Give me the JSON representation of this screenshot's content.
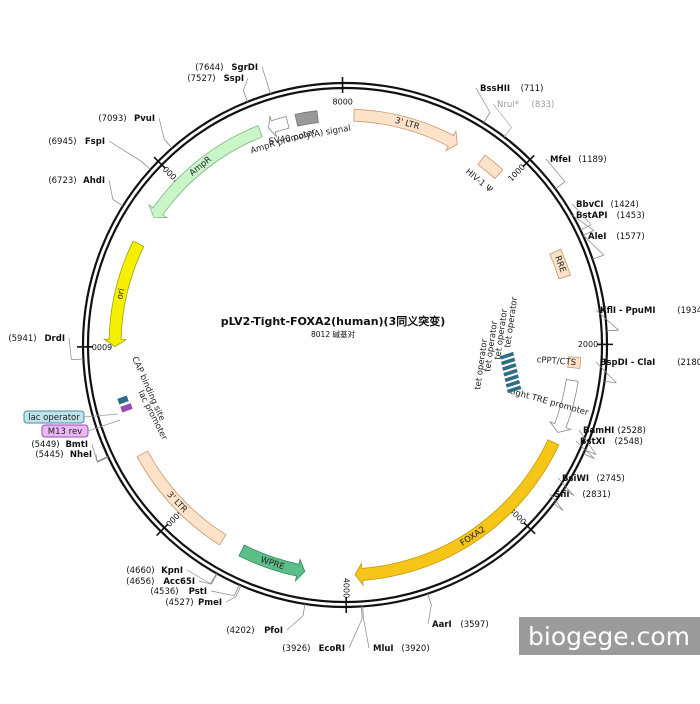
{
  "plasmid": {
    "name": "pLV2-Tight-FOXA2(human)(3同义突变)",
    "size_label": "8012 碱基对",
    "length_bp": 8012
  },
  "ticks": [
    {
      "bp": 1000,
      "label": "1000"
    },
    {
      "bp": 2000,
      "label": "2000"
    },
    {
      "bp": 3000,
      "label": "3000"
    },
    {
      "bp": 4000,
      "label": "4000"
    },
    {
      "bp": 5000,
      "label": "5000"
    },
    {
      "bp": 6000,
      "label": "6000"
    },
    {
      "bp": 7000,
      "label": "7000"
    },
    {
      "bp": 8000,
      "label": "8000"
    }
  ],
  "features": [
    {
      "id": "ltr3-top",
      "label": "3' LTR",
      "start": 50,
      "end": 650,
      "strand": 1,
      "color": "#fbe2c8",
      "stroke": "#c89a6e"
    },
    {
      "id": "hiv1-psi",
      "label": "HIV-1 Ψ",
      "start": 810,
      "end": 935,
      "strand": 0,
      "color": "#fbe2c8",
      "stroke": "#c89a6e"
    },
    {
      "id": "rre",
      "label": "RRE",
      "start": 1470,
      "end": 1620,
      "strand": 0,
      "color": "#fbe2c8",
      "stroke": "#c89a6e"
    },
    {
      "id": "cppt",
      "label": "cPPT/CTS",
      "start": 2070,
      "end": 2130,
      "strand": 0,
      "color": "#fbe2c8",
      "stroke": "#c89a6e"
    },
    {
      "id": "tight-tre",
      "label": "tight TRE promoter",
      "start": 2200,
      "end": 2500,
      "strand": 1,
      "color": "#ffffff",
      "stroke": "#888888"
    },
    {
      "id": "foxa2",
      "label": "FOXA2",
      "start": 2560,
      "end": 3950,
      "strand": 1,
      "color": "#f5c518",
      "stroke": "#c79a00"
    },
    {
      "id": "wpre",
      "label": "WPRE",
      "start": 4230,
      "end": 4600,
      "strand": -1,
      "color": "#5cbf8a",
      "stroke": "#2e8a5c"
    },
    {
      "id": "ltr3-bot",
      "label": "3' LTR",
      "start": 4720,
      "end": 5380,
      "strand": 0,
      "color": "#fbe2c8",
      "stroke": "#c89a6e"
    },
    {
      "id": "ori",
      "label": "ori",
      "start": 6000,
      "end": 6590,
      "strand": -1,
      "color": "#f5f000",
      "stroke": "#a6a000"
    },
    {
      "id": "ampr",
      "label": "AmpR",
      "start": 6760,
      "end": 7530,
      "strand": -1,
      "color": "#c9f5c9",
      "stroke": "#7cba7c"
    },
    {
      "id": "ampr-prom",
      "label": "AmpR promoter",
      "start": 7580,
      "end": 7690,
      "strand": -1,
      "color": "#ffffff",
      "stroke": "#888888"
    },
    {
      "id": "sv40",
      "label": "SV40 poly(A) signal",
      "start": 7740,
      "end": 7860,
      "strand": 0,
      "color": "#999999",
      "stroke": "#777777"
    }
  ],
  "inner_labels": [
    {
      "id": "lac-promoter",
      "label": "lac promoter"
    },
    {
      "id": "cap-site",
      "label": "CAP binding site"
    },
    {
      "id": "tet-op-1",
      "label": "tet operator"
    },
    {
      "id": "tet-op-2",
      "label": "tet operator"
    },
    {
      "id": "tet-op-3",
      "label": "tet operator"
    },
    {
      "id": "tet-op-4",
      "label": "tet operator"
    }
  ],
  "sites": [
    {
      "name": "SgrDI",
      "pos": "(7644)",
      "bp": 7644,
      "side": "left",
      "grey": false
    },
    {
      "name": "SspI",
      "pos": "(7527)",
      "bp": 7527,
      "side": "left",
      "grey": false
    },
    {
      "name": "PvuI",
      "pos": "(7093)",
      "bp": 7093,
      "side": "left",
      "grey": false
    },
    {
      "name": "FspI",
      "pos": "(6945)",
      "bp": 6945,
      "side": "left",
      "grey": false
    },
    {
      "name": "AhdI",
      "pos": "(6723)",
      "bp": 6723,
      "side": "left",
      "grey": false
    },
    {
      "name": "DrdI",
      "pos": "(5941)",
      "bp": 5941,
      "side": "left",
      "grey": false
    },
    {
      "name": "BmtI",
      "pos": "(5449)",
      "bp": 5449,
      "side": "left",
      "grey": false
    },
    {
      "name": "NheI",
      "pos": "(5445)",
      "bp": 5445,
      "side": "left",
      "grey": false
    },
    {
      "name": "KpnI",
      "pos": "(4660)",
      "bp": 4660,
      "side": "left",
      "grey": false
    },
    {
      "name": "Acc65I",
      "pos": "(4656)",
      "bp": 4656,
      "side": "left",
      "grey": false
    },
    {
      "name": "PstI",
      "pos": "(4536)",
      "bp": 4536,
      "side": "left",
      "grey": false
    },
    {
      "name": "PmeI",
      "pos": "(4527)",
      "bp": 4527,
      "side": "left",
      "grey": false
    },
    {
      "name": "PfoI",
      "pos": "(4202)",
      "bp": 4202,
      "side": "left",
      "grey": false
    },
    {
      "name": "EcoRI",
      "pos": "(3926)",
      "bp": 3926,
      "side": "left",
      "grey": false
    },
    {
      "name": "MluI",
      "pos": "(3920)",
      "bp": 3920,
      "side": "right",
      "grey": false
    },
    {
      "name": "AarI",
      "pos": "(3597)",
      "bp": 3597,
      "side": "right",
      "grey": false
    },
    {
      "name": "SfiI",
      "pos": "(2831)",
      "bp": 2831,
      "side": "right",
      "grey": false
    },
    {
      "name": "BsiWI",
      "pos": "(2745)",
      "bp": 2745,
      "side": "right",
      "grey": false
    },
    {
      "name": "BstXI",
      "pos": "(2548)",
      "bp": 2548,
      "side": "right",
      "grey": false
    },
    {
      "name": "BamHI",
      "pos": "(2528)",
      "bp": 2528,
      "side": "right",
      "grey": false
    },
    {
      "name": "BspDI - ClaI",
      "pos": "(2180)",
      "bp": 2180,
      "side": "right",
      "grey": false
    },
    {
      "name": "KflI - PpuMI",
      "pos": "(1934)",
      "bp": 1934,
      "side": "right",
      "grey": false
    },
    {
      "name": "AleI",
      "pos": "(1577)",
      "bp": 1577,
      "side": "right",
      "grey": false
    },
    {
      "name": "BstAPI",
      "pos": "(1453)",
      "bp": 1453,
      "side": "right",
      "grey": false
    },
    {
      "name": "BbvCI",
      "pos": "(1424)",
      "bp": 1424,
      "side": "right",
      "grey": false
    },
    {
      "name": "MfeI",
      "pos": "(1189)",
      "bp": 1189,
      "side": "right",
      "grey": false
    },
    {
      "name": "NruI*",
      "pos": "(833)",
      "bp": 833,
      "side": "right",
      "grey": true
    },
    {
      "name": "BssHII",
      "pos": "(711)",
      "bp": 711,
      "side": "right",
      "grey": false
    }
  ],
  "callouts": [
    {
      "id": "lac-operator",
      "label": "lac operator",
      "color": "#bfe3ea",
      "stroke": "#4b8da0"
    },
    {
      "id": "m13-rev",
      "label": "M13 rev",
      "color": "#e9b8f5",
      "stroke": "#9a4cb0"
    }
  ],
  "watermark": "biogege.com"
}
